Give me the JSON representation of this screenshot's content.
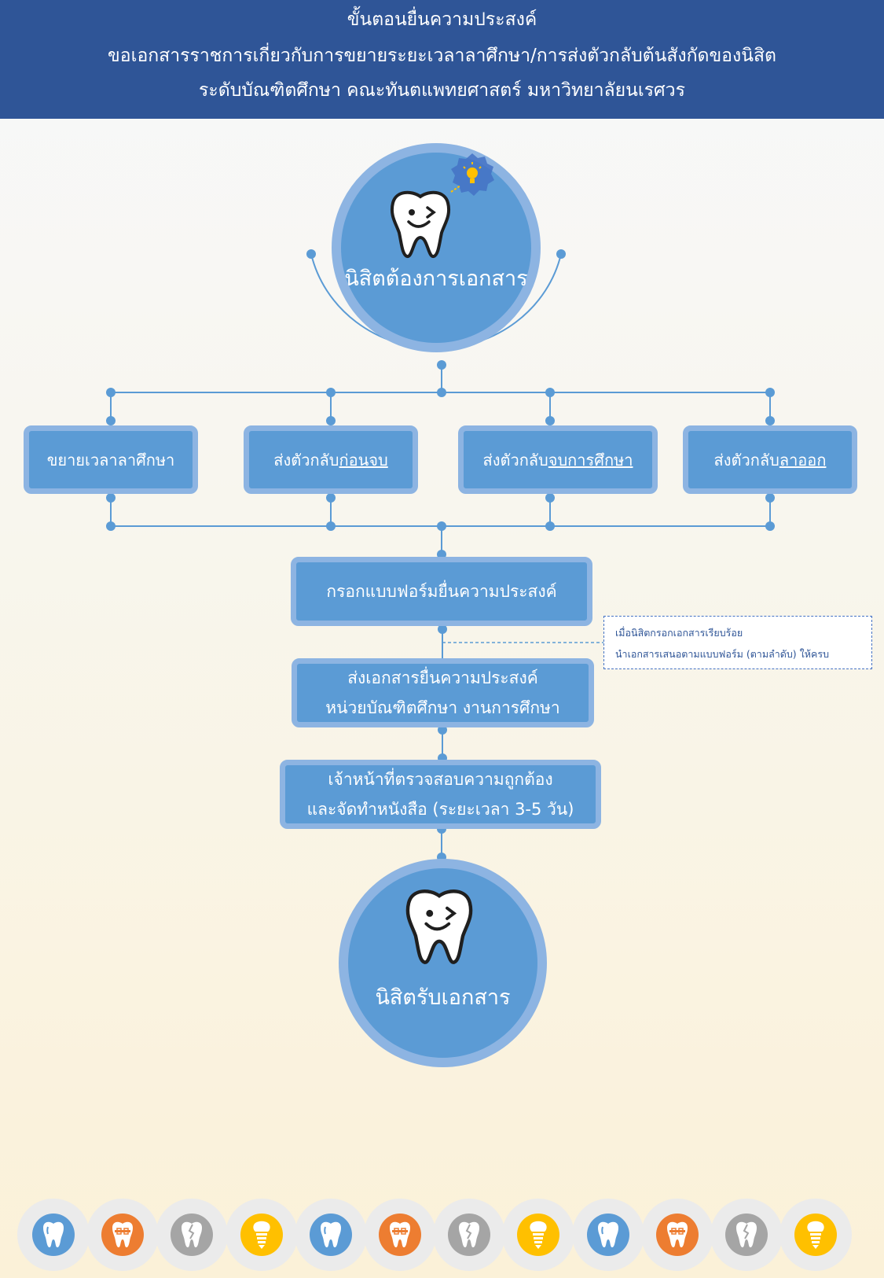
{
  "header": {
    "line1": "ขั้นตอนยื่นความประสงค์",
    "line2": "ขอเอกสารราชการเกี่ยวกับการขยายระยะเวลาลาศึกษา/การส่งตัวกลับต้นสังกัดของนิสิต",
    "line3": "ระดับบัณฑิตศึกษา คณะทันตแพทยศาสตร์ มหาวิทยาลัยนเรศวร"
  },
  "start": {
    "label": "นิสิตต้องการเอกสาร",
    "icon": "smiling-tooth-icon",
    "badge": "lightbulb-icon"
  },
  "options": [
    {
      "prefix": "ขยายเวลาลาศึกษา",
      "underlined": ""
    },
    {
      "prefix": "ส่งตัวกลับ",
      "underlined": "ก่อนจบ"
    },
    {
      "prefix": "ส่งตัวกลับ",
      "underlined": "จบการศึกษา"
    },
    {
      "prefix": "ส่งตัวกลับ",
      "underlined": "ลาออก"
    }
  ],
  "steps": {
    "fill_form": "กรอกแบบฟอร์มยื่นความประสงค์",
    "submit_line1": "ส่งเอกสารยื่นความประสงค์",
    "submit_line2": "หน่วยบัณฑิตศึกษา งานการศึกษา",
    "check_line1": "เจ้าหน้าที่ตรวจสอบความถูกต้อง",
    "check_line2": "และจัดทำหนังสือ (ระยะเวลา 3-5 วัน)"
  },
  "note": {
    "line1": "เมื่อนิสิตกรอกเอกสารเรียบร้อย",
    "line2": "นำเอกสารเสนอตามแบบฟอร์ม (ตามลำดับ) ให้ครบ"
  },
  "end": {
    "label": "นิสิตรับเอกสาร",
    "icon": "smiling-tooth-icon"
  },
  "colors": {
    "header_bg": "#2f5597",
    "node_fill": "#5b9bd5",
    "node_border": "#8db4e2",
    "line": "#5b9bd5",
    "icon_blue": "#5b9bd5",
    "icon_orange": "#ed7d31",
    "icon_gray": "#a5a5a5",
    "icon_yellow": "#ffc000"
  },
  "footer_icons": [
    {
      "type": "tooth",
      "color": "blue"
    },
    {
      "type": "braces",
      "color": "orange"
    },
    {
      "type": "broken",
      "color": "gray"
    },
    {
      "type": "implant",
      "color": "yellow"
    },
    {
      "type": "tooth",
      "color": "blue"
    },
    {
      "type": "braces",
      "color": "orange"
    },
    {
      "type": "broken",
      "color": "gray"
    },
    {
      "type": "implant",
      "color": "yellow"
    },
    {
      "type": "tooth",
      "color": "blue"
    },
    {
      "type": "braces",
      "color": "orange"
    },
    {
      "type": "broken",
      "color": "gray"
    },
    {
      "type": "implant",
      "color": "yellow"
    }
  ]
}
